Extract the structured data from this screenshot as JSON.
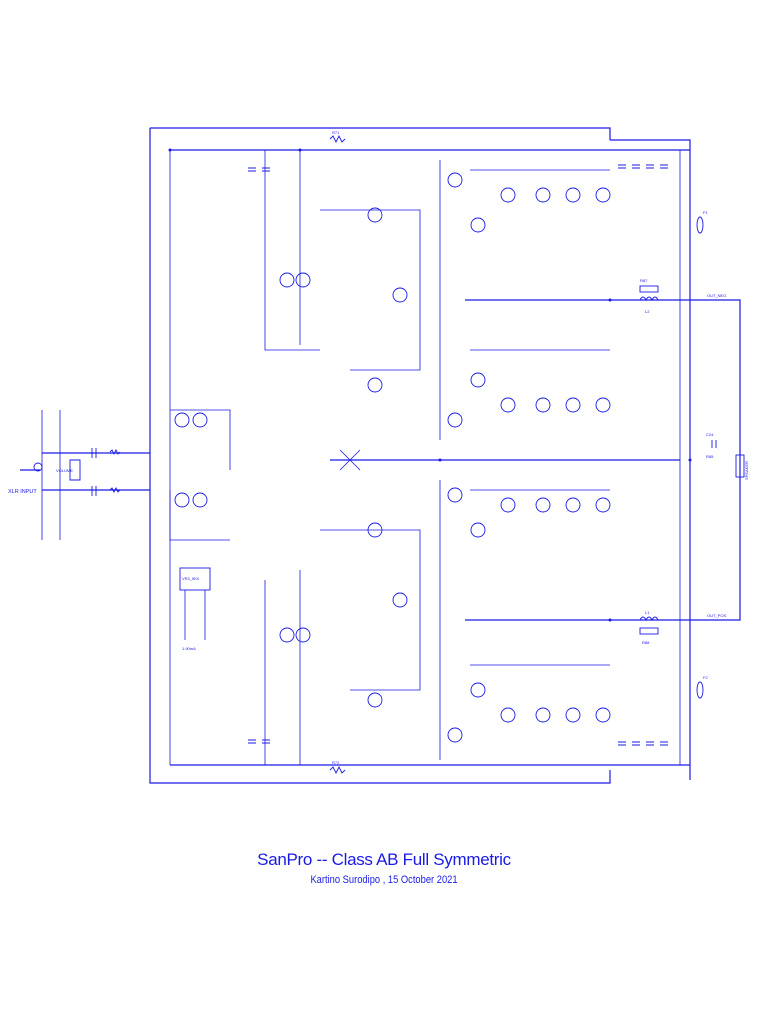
{
  "title": "SanPro -- Class AB Full Symmetric",
  "subtitle": "Kartino Surodipo , 15 October 2021",
  "labels": {
    "xlr_input": "XLR INPUT",
    "volume": "VOLUME",
    "speaker": "SPEAKER",
    "out_neg": "OUT_NEG",
    "out_pos": "OUT_POS",
    "r71": "R71",
    "r72": "R72",
    "fuse_top": "F1",
    "fuse_bot": "F2",
    "l1": "L1",
    "l2": "L2",
    "r87": "R87",
    "r88": "R88",
    "rzobel": "R85",
    "czobel": "C24",
    "current_note": "1.90mA",
    "vr": "VR3_5K0"
  },
  "colors": {
    "ink": "#1a1ae6",
    "background": "#ffffff"
  }
}
